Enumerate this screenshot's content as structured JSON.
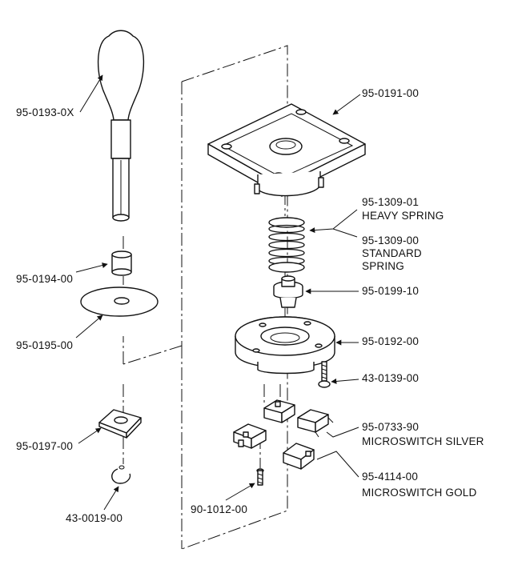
{
  "labels": {
    "handle": "95-0193-0X",
    "spacer": "95-0194-00",
    "dust_washer": "95-0195-00",
    "actuator": "95-0197-00",
    "e_clip": "43-0019-00",
    "top_plate": "95-0191-00",
    "heavy_spring_part": "95-1309-01",
    "heavy_spring_name": "HEAVY SPRING",
    "standard_spring_part": "95-1309-00",
    "standard_spring_name_1": "STANDARD",
    "standard_spring_name_2": "SPRING",
    "pivot": "95-0199-10",
    "base": "95-0192-00",
    "screw_right": "43-0139-00",
    "screw_left": "90-1012-00",
    "switch_silver_part": "95-0733-90",
    "switch_silver_name": "MICROSWITCH SILVER",
    "switch_gold_part": "95-4114-00",
    "switch_gold_name": "MICROSWITCH GOLD"
  },
  "icons": [
    "joystick-handle-icon",
    "spacer-icon",
    "dust-washer-icon",
    "actuator-icon",
    "e-clip-icon",
    "top-plate-icon",
    "spring-icon",
    "pivot-icon",
    "base-icon",
    "screw-icon",
    "microswitch-icon"
  ]
}
